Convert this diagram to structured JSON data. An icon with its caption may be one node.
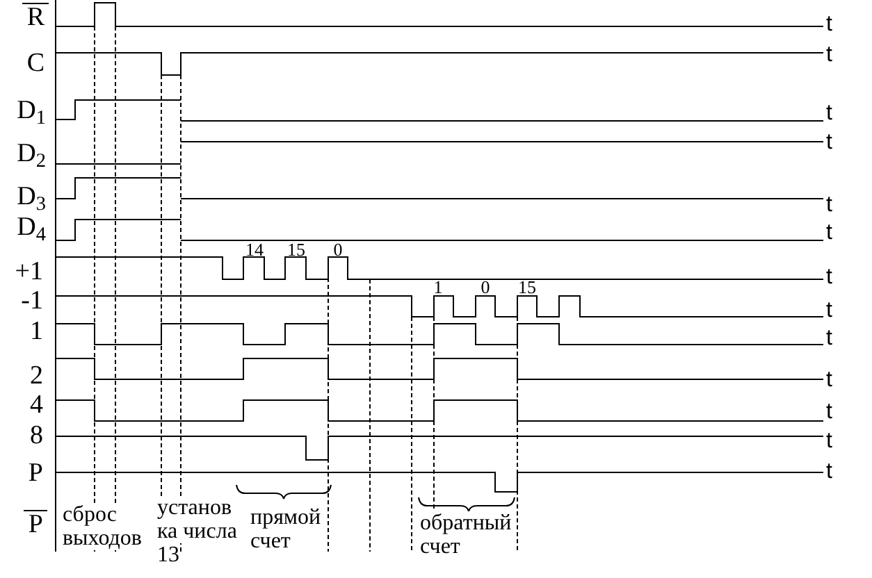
{
  "diagram": {
    "labels": [
      "R",
      "t",
      "C",
      "t",
      "D$_{1}$",
      "t",
      "D$_{2}$",
      "t",
      "D$_{3}$",
      "t",
      "D$_{4}$",
      "t",
      "14",
      "15",
      "0",
      "+1",
      "t",
      "1",
      "0",
      "15",
      "-1",
      "t",
      "1",
      "t",
      "2",
      "t",
      "4",
      "t",
      "8",
      "t",
      "P",
      "t",
      "P",
      "сброс выходов",
      "установ ка числа 13",
      "прямой счет",
      "обратный счет"
    ]
  }
}
